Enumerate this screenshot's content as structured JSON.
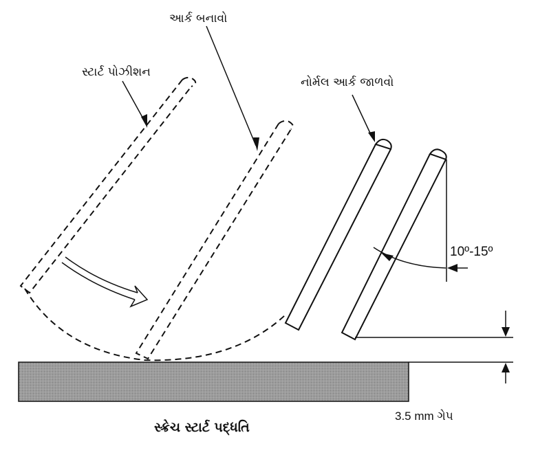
{
  "labels": {
    "make_arc": "આર્ક બનાવો",
    "start_position": "સ્ટાર્ટ પોઝીશન",
    "maintain_arc": "નોર્મલ આર્ક જાળવો",
    "angle": "10º-15º",
    "gap": "3.5 mm ગેપ",
    "caption": "સ્ક્રેચ સ્ટાર્ટ પદ્ધતિ"
  },
  "colors": {
    "ink": "#111111",
    "plate_fill": "#9a9a9a"
  }
}
